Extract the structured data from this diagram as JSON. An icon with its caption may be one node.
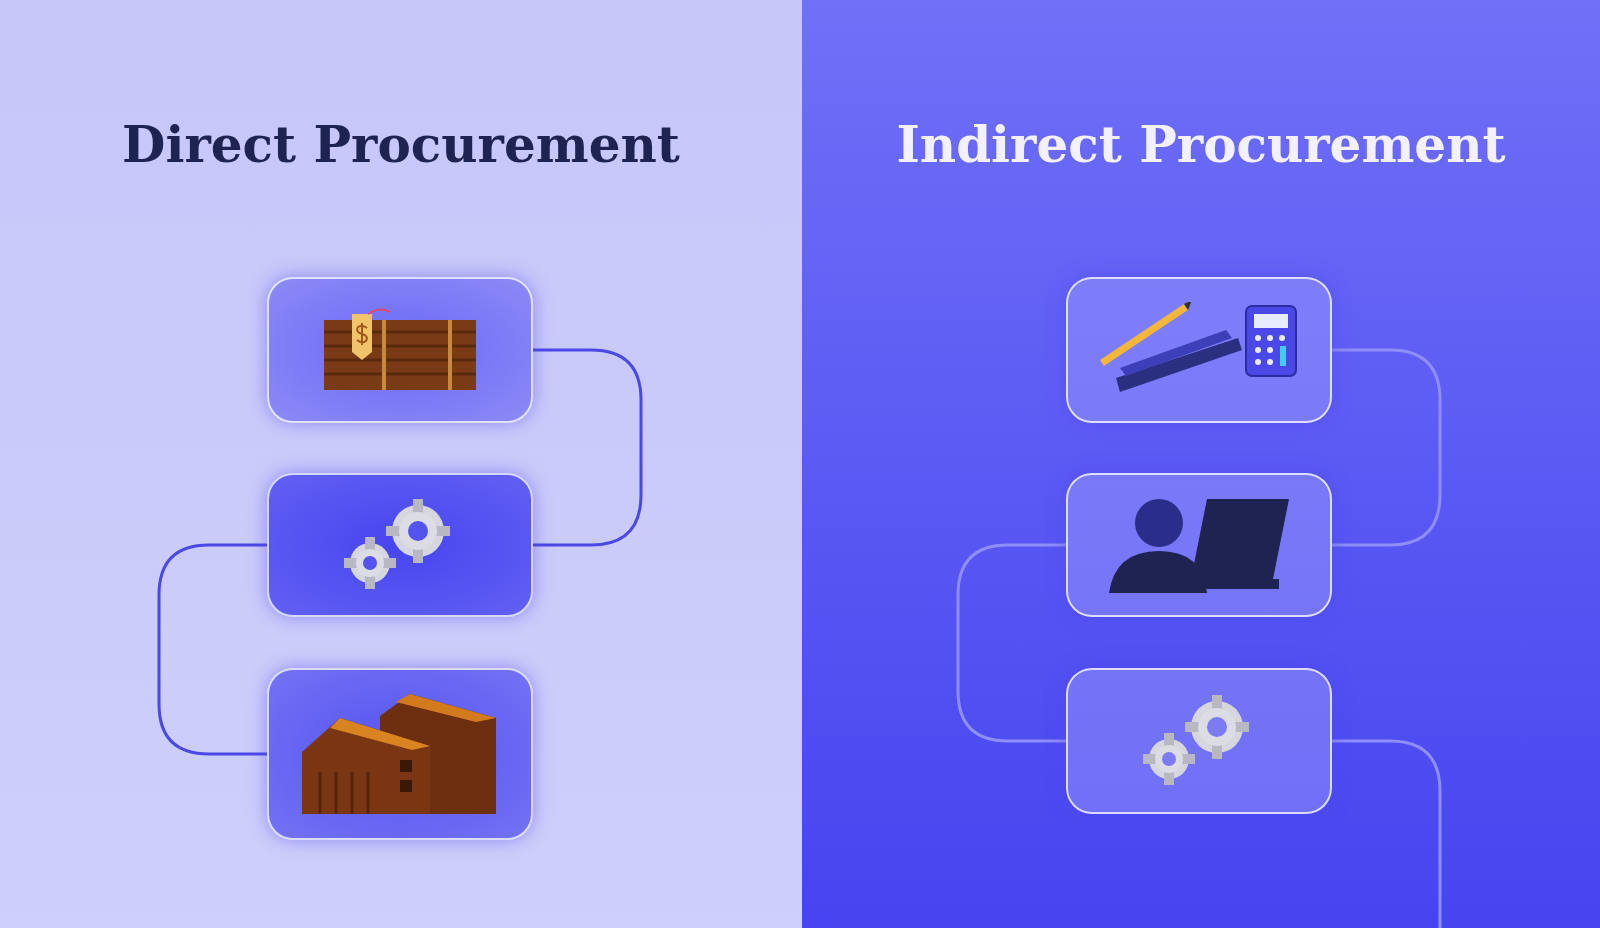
{
  "diagram": {
    "nodes": [
      {
        "text": [
          "Direct Procurement"
        ]
      },
      {
        "text": [],
        "shape": "picture",
        "in": 0
      },
      {
        "text": [],
        "shape": "picture",
        "in": 0
      },
      {
        "text": [],
        "shape": "picture",
        "in": 0
      },
      {
        "text": [
          "Indirect Procurement"
        ]
      },
      {
        "text": [],
        "shape": "picture",
        "in": 4
      },
      {
        "text": [],
        "shape": "picture",
        "in": 4
      },
      {
        "text": [],
        "shape": "picture",
        "in": 4
      }
    ],
    "edges": [
      {
        "from": 1,
        "to": 2,
        "arrow": "none",
        "color": "#4b49e6"
      },
      {
        "from": 2,
        "to": 3,
        "arrow": "none",
        "color": "#4b49e6"
      },
      {
        "from": 5,
        "to": 6,
        "arrow": "none"
      },
      {
        "from": 6,
        "to": 7,
        "arrow": "none"
      },
      {
        "from": 7,
        "to": null,
        "arrow": "none"
      }
    ]
  }
}
